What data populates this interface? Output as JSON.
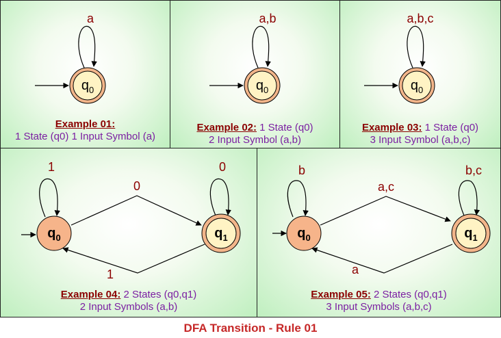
{
  "examples": [
    {
      "heading": "Example 01:",
      "line1": "",
      "line2": "1 State (q0) 1 Input Symbol (a)",
      "q0": {
        "letter": "q",
        "sub": "0"
      },
      "loop": "a"
    },
    {
      "heading": "Example 02:",
      "line1": " 1 State (q0)",
      "line2": "2 Input Symbol (a,b)",
      "q0": {
        "letter": "q",
        "sub": "0"
      },
      "loop": "a,b"
    },
    {
      "heading": "Example 03:",
      "line1": " 1 State (q0)",
      "line2": "3 Input Symbol (a,b,c)",
      "q0": {
        "letter": "q",
        "sub": "0"
      },
      "loop": "a,b,c"
    },
    {
      "heading": "Example 04:",
      "line1": " 2 States (q0,q1)",
      "line2": "2 Input Symbols (a,b)",
      "q0": {
        "letter": "q",
        "sub": "0"
      },
      "q1": {
        "letter": "q",
        "sub": "1"
      },
      "loop_q0": "1",
      "loop_q1": "0",
      "edge_forward": "0",
      "edge_back": "1"
    },
    {
      "heading": "Example 05:",
      "line1": " 2 States (q0,q1)",
      "line2": "3 Input Symbols (a,b,c)",
      "q0": {
        "letter": "q",
        "sub": "0"
      },
      "q1": {
        "letter": "q",
        "sub": "1"
      },
      "loop_q0": "b",
      "loop_q1": "b,c",
      "edge_forward": "a,c",
      "edge_back": "a"
    }
  ],
  "footer": "DFA Transition - Rule 01",
  "colors": {
    "label": "#8b0000",
    "caption": "#7b1fa2",
    "heading": "#8b0000",
    "footer": "#c62828",
    "state_fill": "#fff3c4",
    "state_ring": "#f2b58a",
    "start_fill": "#f6b48a"
  }
}
